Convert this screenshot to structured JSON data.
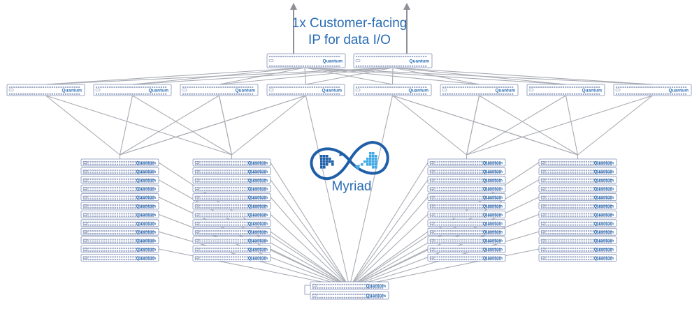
{
  "header": {
    "line1": "1x Customer-facing",
    "line2": "IP for data I/O"
  },
  "server_label": "Quantum",
  "brand": {
    "name": "Myriad",
    "logo_icon": "infinity-sync-icon",
    "color_dark": "#1f5fa8",
    "color_light": "#3fa9e6"
  },
  "colors": {
    "line": "#a9acb3",
    "server_stroke": "#7f8fb5",
    "server_fill": "#ffffff",
    "server_label": "#2a6db5",
    "arrow": "#8e9097"
  },
  "topology": {
    "top_switches": 2,
    "leaf_switches": 8,
    "node_clusters": 4,
    "nodes_per_cluster": 12,
    "bottom_units": 2
  }
}
